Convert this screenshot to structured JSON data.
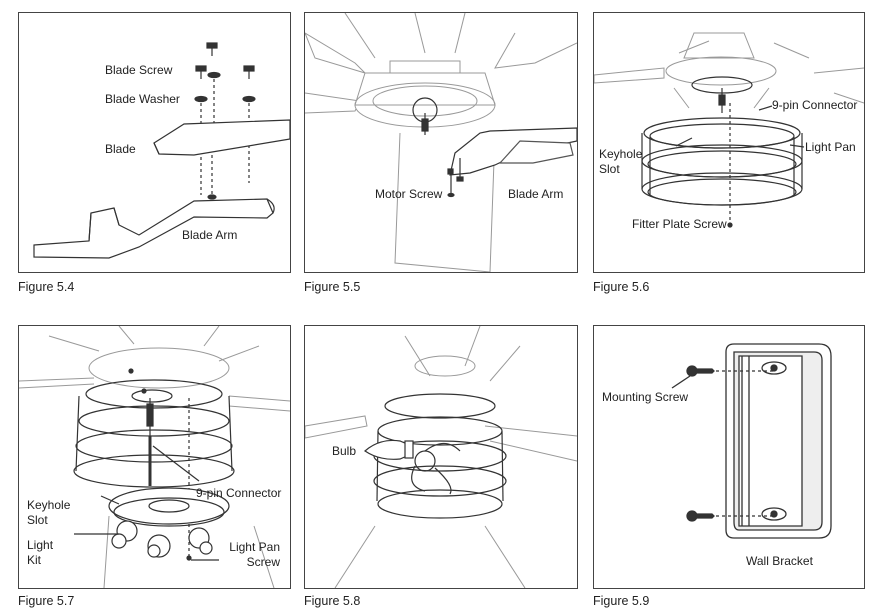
{
  "figures": [
    {
      "caption": "Figure 5.4",
      "labels": {
        "blade_screw": "Blade Screw",
        "blade_washer": "Blade Washer",
        "blade": "Blade",
        "blade_arm": "Blade Arm"
      }
    },
    {
      "caption": "Figure 5.5",
      "labels": {
        "motor_screw": "Motor Screw",
        "blade_arm": "Blade Arm"
      }
    },
    {
      "caption": "Figure 5.6",
      "labels": {
        "nine_pin": "9-pin Connector",
        "light_pan": "Light Pan",
        "keyhole_1": "Keyhole",
        "keyhole_2": "Slot",
        "fitter_screw": "Fitter Plate Screw"
      }
    },
    {
      "caption": "Figure 5.7",
      "labels": {
        "keyhole_1": "Keyhole",
        "keyhole_2": "Slot",
        "nine_pin": "9-pin Connector",
        "light_1": "Light",
        "light_2": "Kit",
        "pan_1": "Light Pan",
        "pan_2": "Screw"
      }
    },
    {
      "caption": "Figure 5.8",
      "labels": {
        "bulb": "Bulb"
      }
    },
    {
      "caption": "Figure 5.9",
      "labels": {
        "mounting_screw": "Mounting Screw",
        "wall_bracket": "Wall Bracket"
      }
    }
  ]
}
